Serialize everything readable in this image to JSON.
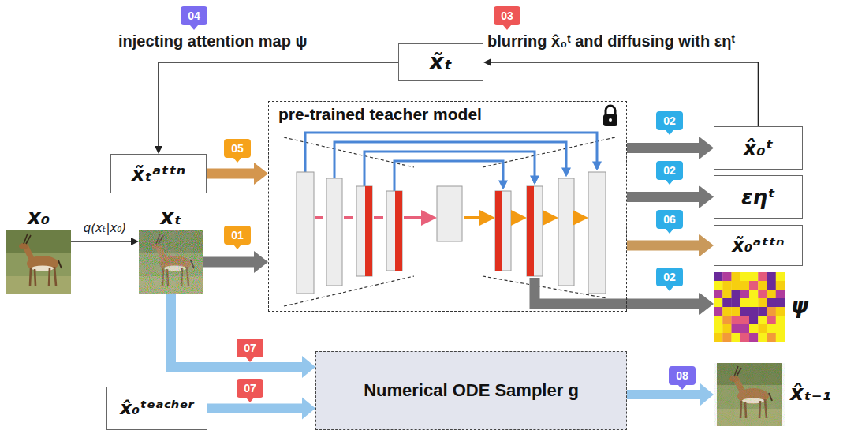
{
  "diagram": {
    "nodes": [
      {
        "text": [
          "x̃ₜ"
        ]
      },
      {
        "text": [
          "x̃ₜᵃᵗᵗⁿ"
        ]
      },
      {
        "text": [
          "pre-trained teacher model"
        ]
      },
      {
        "text": [
          "x̂₀ᵗ"
        ]
      },
      {
        "text": [
          "εηᵗ"
        ]
      },
      {
        "text": [
          "x̃₀ᵃᵗᵗⁿ"
        ]
      },
      {
        "text": [
          "x₀"
        ]
      },
      {
        "text": [
          "xₜ"
        ]
      },
      {
        "text": [
          "ψ"
        ]
      },
      {
        "text": [
          "x̂₀ᵗᵉᵃᶜʰᵉʳ"
        ]
      },
      {
        "text": [
          "Numerical ODE Sampler g"
        ]
      },
      {
        "text": [
          "x̂ₜ₋₁"
        ]
      }
    ],
    "edges": [
      {
        "from": 6,
        "to": 7,
        "arrow": "to",
        "label": "q(xₜ|x₀)"
      },
      {
        "from": 7,
        "to": 2,
        "arrow": "to"
      },
      {
        "from": 1,
        "to": 2,
        "arrow": "to"
      },
      {
        "from": 2,
        "to": 3,
        "arrow": "to"
      },
      {
        "from": 2,
        "to": 4,
        "arrow": "to"
      },
      {
        "from": 2,
        "to": 5,
        "arrow": "to"
      },
      {
        "from": 2,
        "to": 8,
        "arrow": "to"
      },
      {
        "from": 3,
        "to": 0,
        "arrow": "to",
        "label": "blurring x̂₀ᵗ and diffusing with εηᵗ"
      },
      {
        "from": 0,
        "to": 1,
        "arrow": "to",
        "label": "injecting attention map ψ"
      },
      {
        "from": 7,
        "to": 10,
        "arrow": "to"
      },
      {
        "from": 9,
        "to": 10,
        "arrow": "to"
      },
      {
        "from": 10,
        "to": 11,
        "arrow": "to"
      }
    ],
    "labels": [
      "04",
      "03",
      "05",
      "01",
      "02",
      "02",
      "06",
      "02",
      "07",
      "07",
      "08"
    ]
  }
}
